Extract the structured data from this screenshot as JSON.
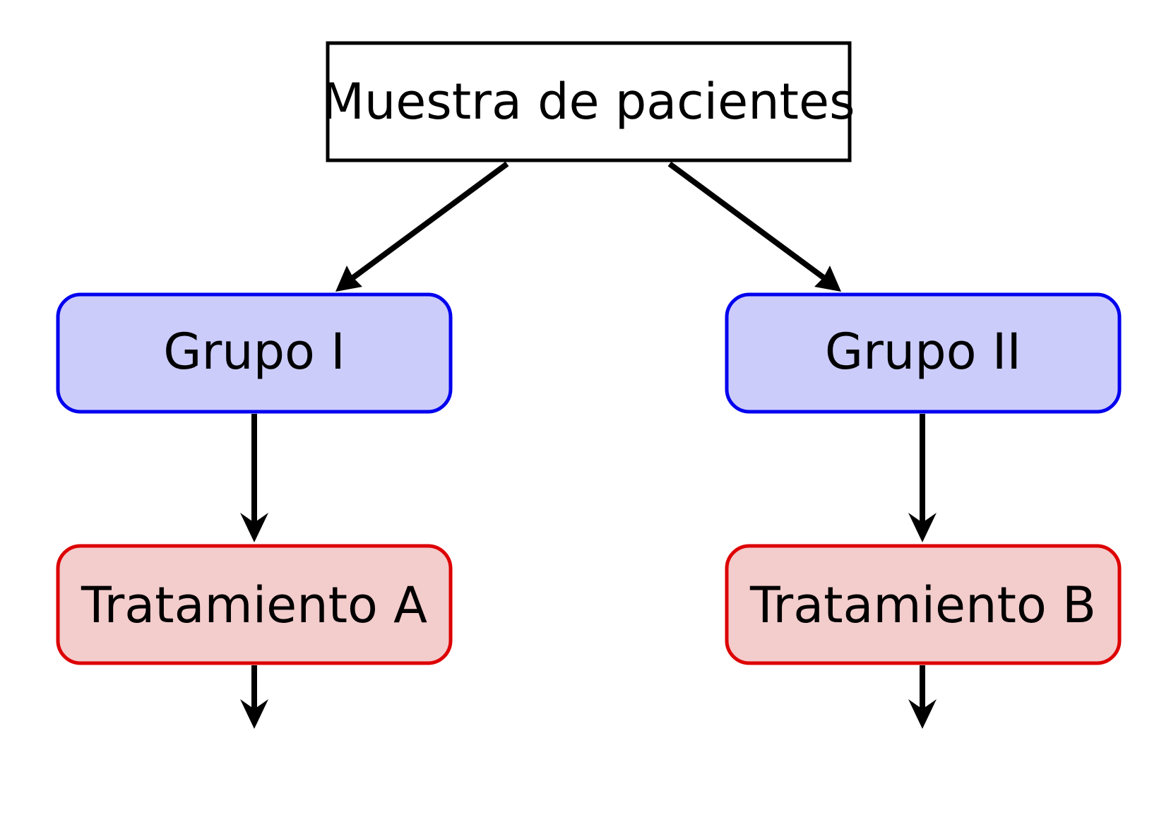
{
  "nodes": {
    "root": {
      "label": "Muestra de pacientes",
      "stroke": "#000000",
      "fill": "#ffffff"
    },
    "group_1": {
      "label": "Grupo I",
      "stroke": "#0000ee",
      "fill": "#ccccfb"
    },
    "group_2": {
      "label": "Grupo II",
      "stroke": "#0000ee",
      "fill": "#ccccfb"
    },
    "treatment_a": {
      "label": "Tratamiento A",
      "stroke": "#dd0000",
      "fill": "#f3cccc"
    },
    "treatment_b": {
      "label": "Tratamiento B",
      "stroke": "#dd0000",
      "fill": "#f3cccc"
    }
  },
  "edges": [
    {
      "from": "root",
      "to": "group_1"
    },
    {
      "from": "root",
      "to": "group_2"
    },
    {
      "from": "group_1",
      "to": "treatment_a"
    },
    {
      "from": "group_2",
      "to": "treatment_b"
    },
    {
      "from": "treatment_a",
      "to": ""
    },
    {
      "from": "treatment_b",
      "to": ""
    }
  ]
}
